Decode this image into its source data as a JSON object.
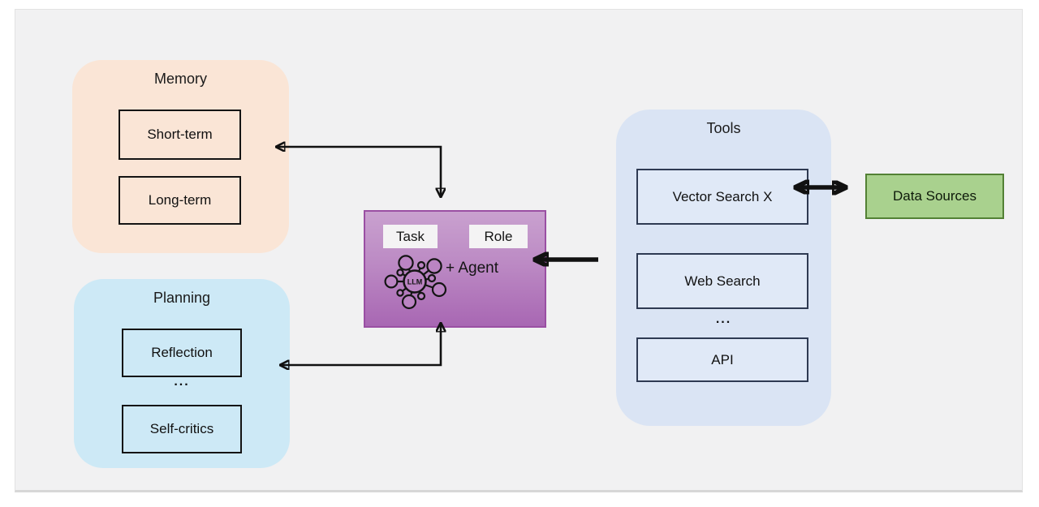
{
  "memory": {
    "title": "Memory",
    "items": [
      "Short-term",
      "Long-term"
    ]
  },
  "planning": {
    "title": "Planning",
    "items": [
      "Reflection",
      "Self-critics"
    ],
    "ellipsis": "..."
  },
  "agent": {
    "task_label": "Task",
    "role_label": "Role",
    "llm_label": "LLM",
    "agent_label": "+ Agent"
  },
  "tools": {
    "title": "Tools",
    "items": [
      "Vector Search X",
      "Web Search",
      "API"
    ],
    "ellipsis": "..."
  },
  "data_sources": {
    "label": "Data Sources"
  },
  "colors": {
    "canvas_bg": "#F1F1F2",
    "memory_bg": "#FAE5D6",
    "planning_bg": "#CDE9F6",
    "tools_bg": "#DAE4F4",
    "tools_item_border": "#2E3A52",
    "agent_gradient_top": "#C9A1CF",
    "agent_gradient_bottom": "#A867B3",
    "agent_border": "#9A4FA3",
    "label_bg": "#F4F3F4",
    "data_sources_bg": "#A9D18E",
    "data_sources_border": "#538135",
    "arrow": "#111111"
  }
}
